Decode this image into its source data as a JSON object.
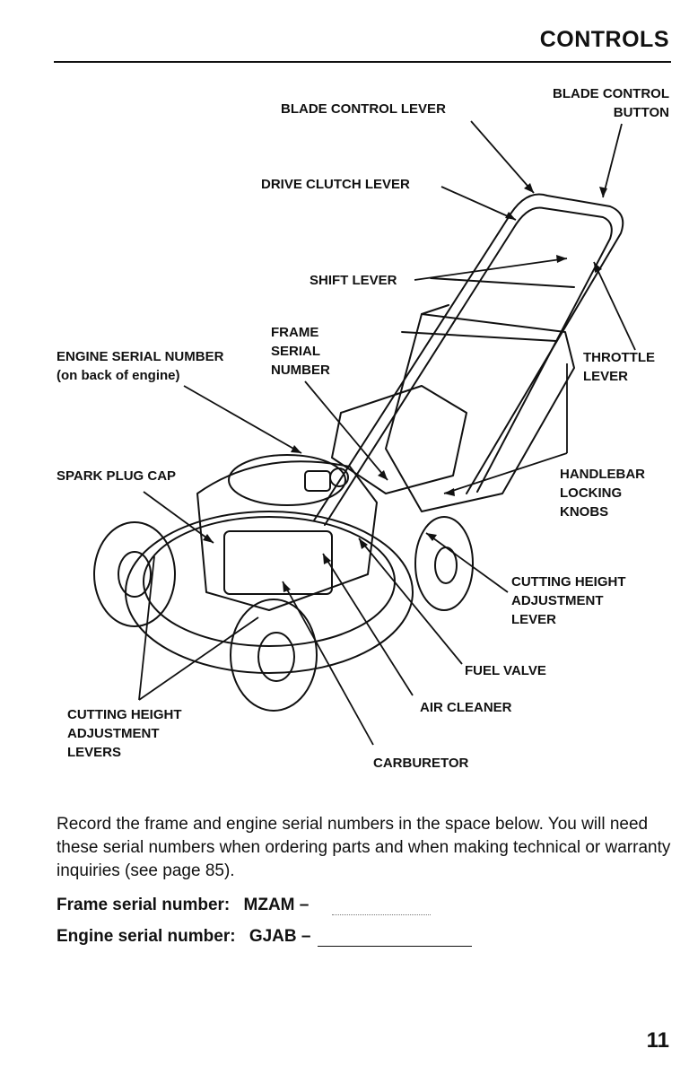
{
  "header": {
    "title": "CONTROLS"
  },
  "labels": {
    "blade_control_lever": "BLADE CONTROL LEVER",
    "blade_control_button": "BLADE CONTROL\nBUTTON",
    "drive_clutch_lever": "DRIVE CLUTCH LEVER",
    "shift_lever": "SHIFT LEVER",
    "frame_serial_number": "FRAME\nSERIAL\nNUMBER",
    "engine_serial_number": "ENGINE SERIAL NUMBER\n(on back of engine)",
    "throttle_lever": "THROTTLE\nLEVER",
    "spark_plug_cap": "SPARK PLUG CAP",
    "handlebar_locking_knobs": "HANDLEBAR\nLOCKING\nKNOBS",
    "cutting_height_adjustment_lever": "CUTTING HEIGHT\nADJUSTMENT\nLEVER",
    "fuel_valve": "FUEL VALVE",
    "air_cleaner": "AIR CLEANER",
    "cutting_height_adjustment_levers": "CUTTING HEIGHT\nADJUSTMENT\nLEVERS",
    "carburetor": "CARBURETOR"
  },
  "body": {
    "instructions": "Record the frame and engine serial numbers in the space below. You will need these serial numbers when ordering parts and when making technical or warranty inquiries (see page 85).",
    "frame_serial_label": "Frame serial number:",
    "frame_serial_prefix": "MZAM –",
    "engine_serial_label": "Engine serial number:",
    "engine_serial_prefix": "GJAB –"
  },
  "footer": {
    "page_number": "11"
  }
}
